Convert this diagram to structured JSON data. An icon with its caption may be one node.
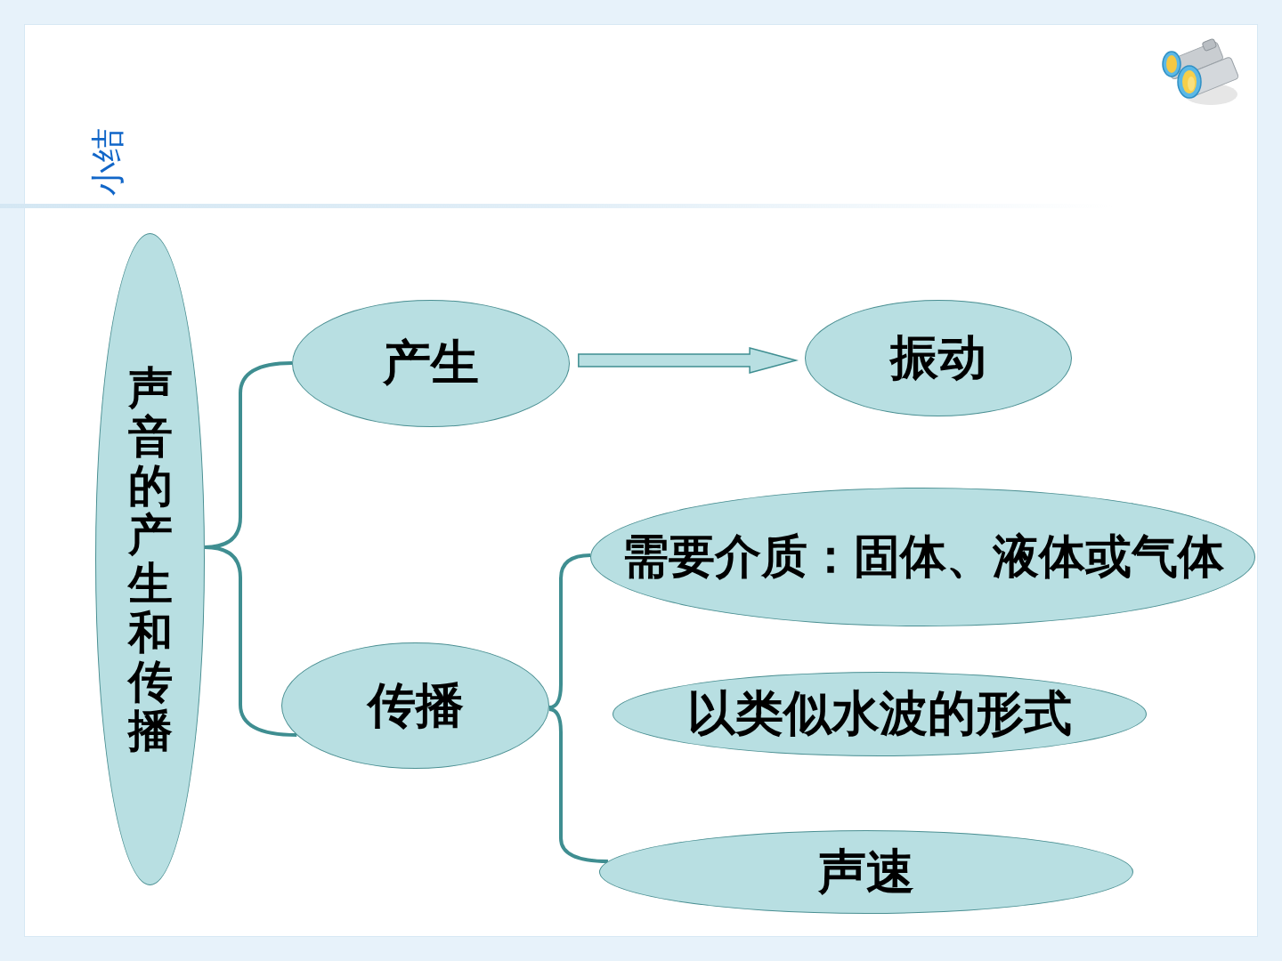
{
  "diagram": {
    "title": "小结",
    "nodes": [
      {
        "text": [
          "声音的产生和传播"
        ]
      },
      {
        "text": [
          "产生"
        ]
      },
      {
        "text": [
          "振动"
        ]
      },
      {
        "text": [
          "传播"
        ]
      },
      {
        "text": [
          "需要介质：固体、液体或气体"
        ]
      },
      {
        "text": [
          "以类似水波的形式"
        ]
      },
      {
        "text": [
          "声速"
        ]
      }
    ],
    "edges": [
      {
        "from": 0,
        "to": 1,
        "arrow": "none"
      },
      {
        "from": 0,
        "to": 3,
        "arrow": "none"
      },
      {
        "from": 1,
        "to": 2,
        "arrow": "to"
      },
      {
        "from": 3,
        "to": 4,
        "arrow": "none"
      },
      {
        "from": 3,
        "to": 6,
        "arrow": "none"
      }
    ]
  }
}
